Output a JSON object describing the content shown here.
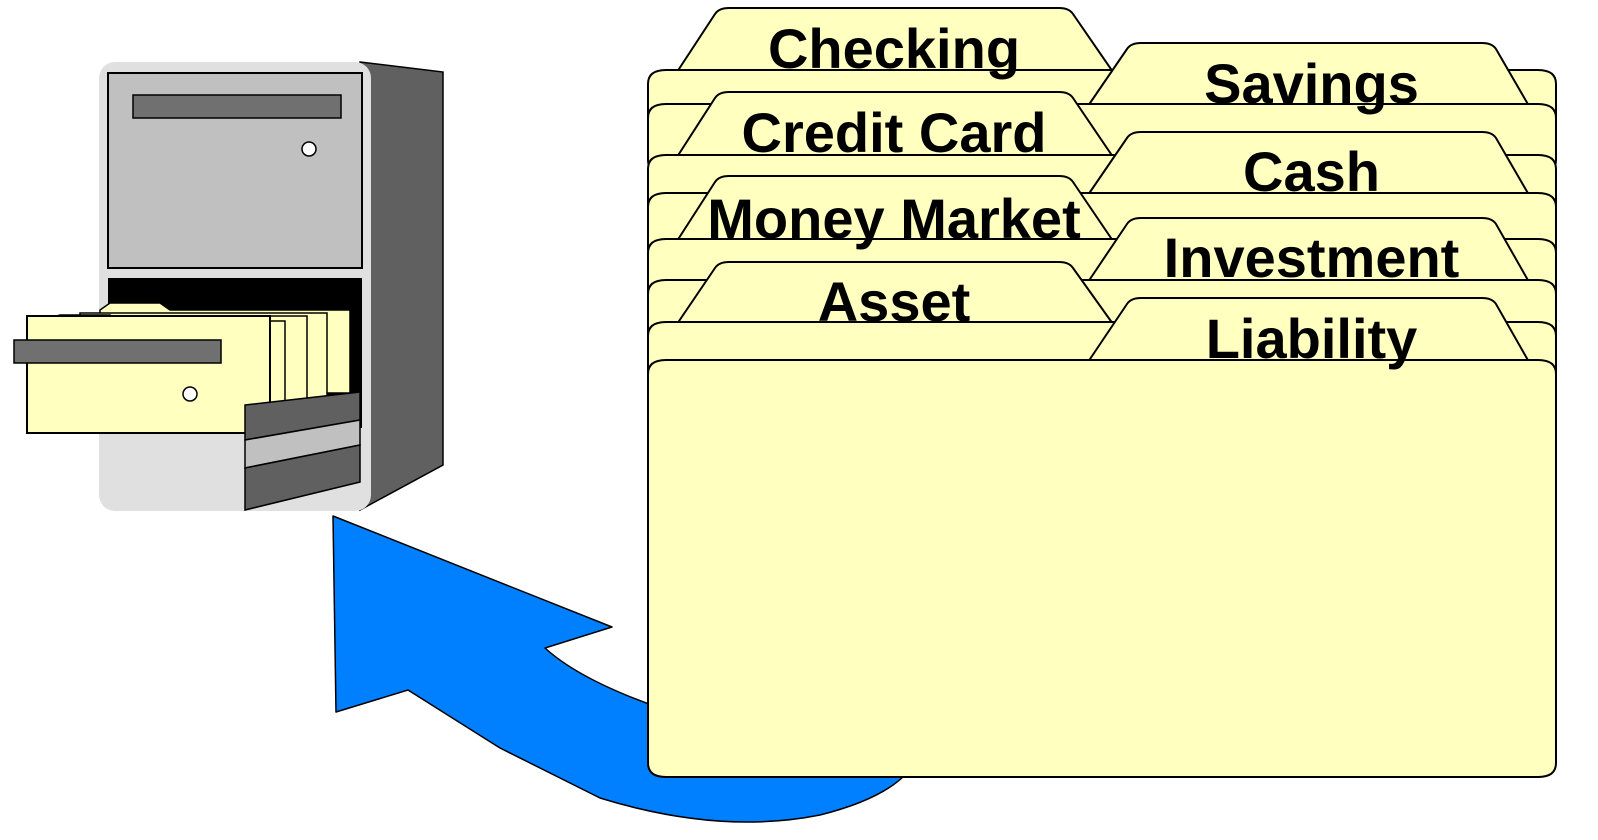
{
  "colors": {
    "folder_fill": "#ffffc0",
    "outline": "#000000",
    "cabinet_face": "#c0c0c0",
    "cabinet_side": "#606060",
    "cabinet_frame": "#e0e0e0",
    "drawer_handle": "#707070",
    "arrow": "#0080ff"
  },
  "icons": {
    "cabinet": "filing-cabinet-icon",
    "arrow": "curved-arrow-icon"
  },
  "folders": [
    {
      "label": "Checking"
    },
    {
      "label": "Savings"
    },
    {
      "label": "Credit Card"
    },
    {
      "label": "Cash"
    },
    {
      "label": "Money Market"
    },
    {
      "label": "Investment"
    },
    {
      "label": "Asset"
    },
    {
      "label": "Liability"
    }
  ]
}
